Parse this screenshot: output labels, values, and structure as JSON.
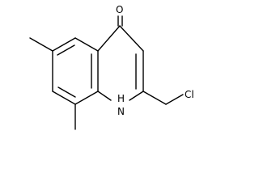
{
  "labels": {
    "oxygen": "O",
    "nitrogen_h": "H",
    "nitrogen": "N",
    "chlorine": "Cl"
  },
  "colors": {
    "bond": "#000000",
    "background": "#ffffff"
  }
}
